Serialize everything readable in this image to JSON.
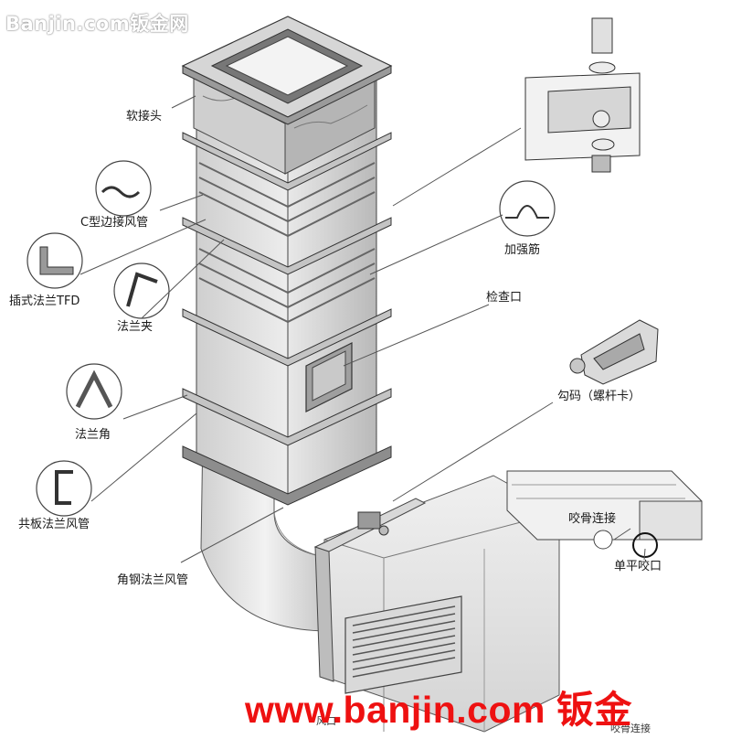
{
  "watermark_top": "Banjin.com钣金网",
  "watermark_bottom": "www.banjin.com 钣金",
  "labels": {
    "soft_joint": "软接头",
    "c_type_edge_duct": "C型边接风管",
    "insert_flange_tfd": "插式法兰TFD",
    "flange_clip": "法兰夹",
    "flange_corner": "法兰角",
    "common_plate_flange_duct": "共板法兰风管",
    "angle_steel_flange_duct": "角钢法兰风管",
    "stiffening_rib": "加强筋",
    "inspection_port": "检查口",
    "hook_code_screw_clip": "勾码（螺杆卡）",
    "seam_connection": "咬骨连接",
    "single_flat_seam": "单平咬口",
    "outlet_partial": "风口",
    "seam_connection_bottom": "咬骨连接"
  },
  "colors": {
    "line": "#333333",
    "metal_light": "#e6e6e6",
    "metal_mid": "#c8c8c8",
    "metal_dark": "#8c8c8c",
    "watermark_red": "#ee1111"
  }
}
